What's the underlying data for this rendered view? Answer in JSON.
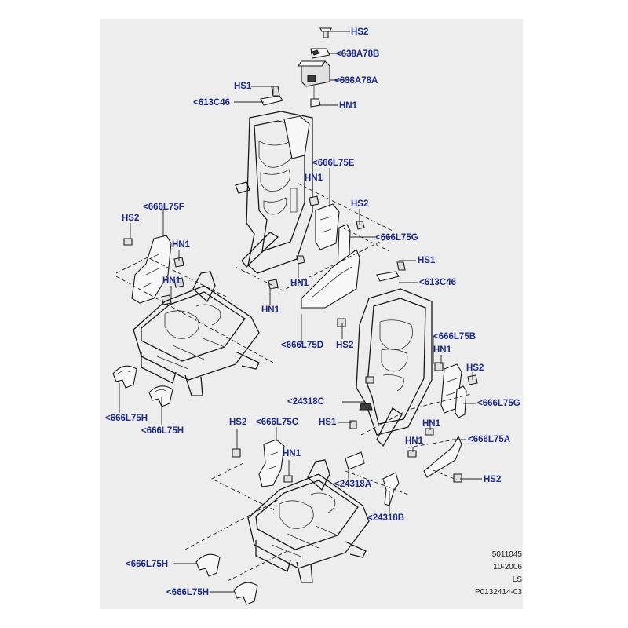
{
  "labels": {
    "hs2_top": "HS2",
    "p638a78b": "<638A78B",
    "p638a78a": "<638A78A",
    "hs1_left": "HS1",
    "p613c46_left": "<613C46",
    "hn1_top": "HN1",
    "p666l75e": "<666L75E",
    "hn1_mid": "HN1",
    "hs2_mid": "HS2",
    "p666l75g_mid": "<666L75G",
    "p666l75f": "<666L75F",
    "hs2_left": "HS2",
    "hn1_left1": "HN1",
    "hn1_left2": "HN1",
    "hn1_center1": "HN1",
    "hn1_center2": "HN1",
    "hs1_right": "HS1",
    "p613c46_right": "<613C46",
    "p666l75d": "<666L75D",
    "hs2_center": "HS2",
    "p666l75b": "<666L75B",
    "hn1_right1": "HN1",
    "hs2_right1": "HS2",
    "p666l75g_right": "<666L75G",
    "p24318c": "<24318C",
    "p666l75h_1": "<666L75H",
    "p666l75h_2": "<666L75H",
    "hs2_lower": "HS2",
    "p666l75c": "<666L75C",
    "hn1_lower": "HN1",
    "hs1_lower": "HS1",
    "hn1_right2": "HN1",
    "hn1_right3": "HN1",
    "p666l75a": "<666L75A",
    "hs2_right2": "HS2",
    "p24318a": "<24318A",
    "p24318b": "<24318B",
    "p666l75h_3": "<666L75H",
    "p666l75h_4": "<666L75H"
  },
  "footer": {
    "code": "5011045",
    "date": "10-2006",
    "variant": "LS",
    "ref": "P0132414-03"
  },
  "colors": {
    "label": "#1c2a86",
    "background": "#ededed"
  }
}
